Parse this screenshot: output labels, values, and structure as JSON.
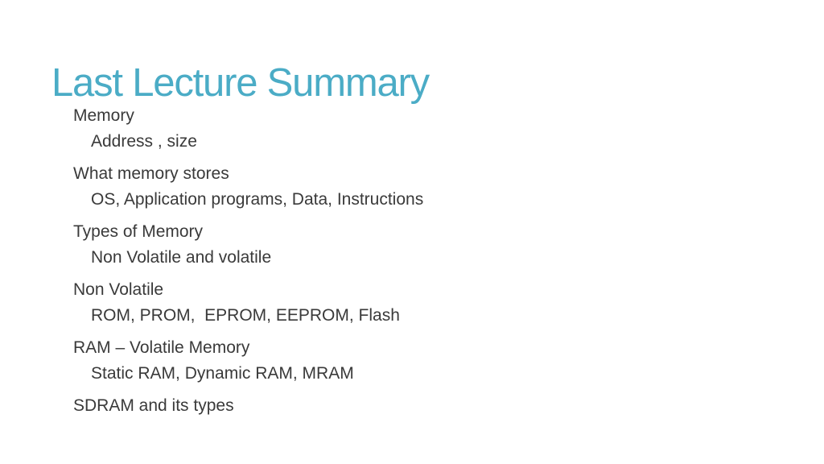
{
  "slide": {
    "title": "Last Lecture Summary",
    "title_color": "#4bacc6",
    "text_color": "#3a3a3a",
    "items": [
      {
        "label": "Memory",
        "sub": "Address , size"
      },
      {
        "label": "What memory stores",
        "sub": "OS, Application programs, Data, Instructions"
      },
      {
        "label": "Types of Memory",
        "sub": "Non Volatile and volatile"
      },
      {
        "label": "Non Volatile",
        "sub": "ROM, PROM,  EPROM, EEPROM, Flash"
      },
      {
        "label": "RAM – Volatile Memory",
        "sub": "Static RAM, Dynamic RAM, MRAM"
      },
      {
        "label": "SDRAM and its types"
      }
    ]
  }
}
